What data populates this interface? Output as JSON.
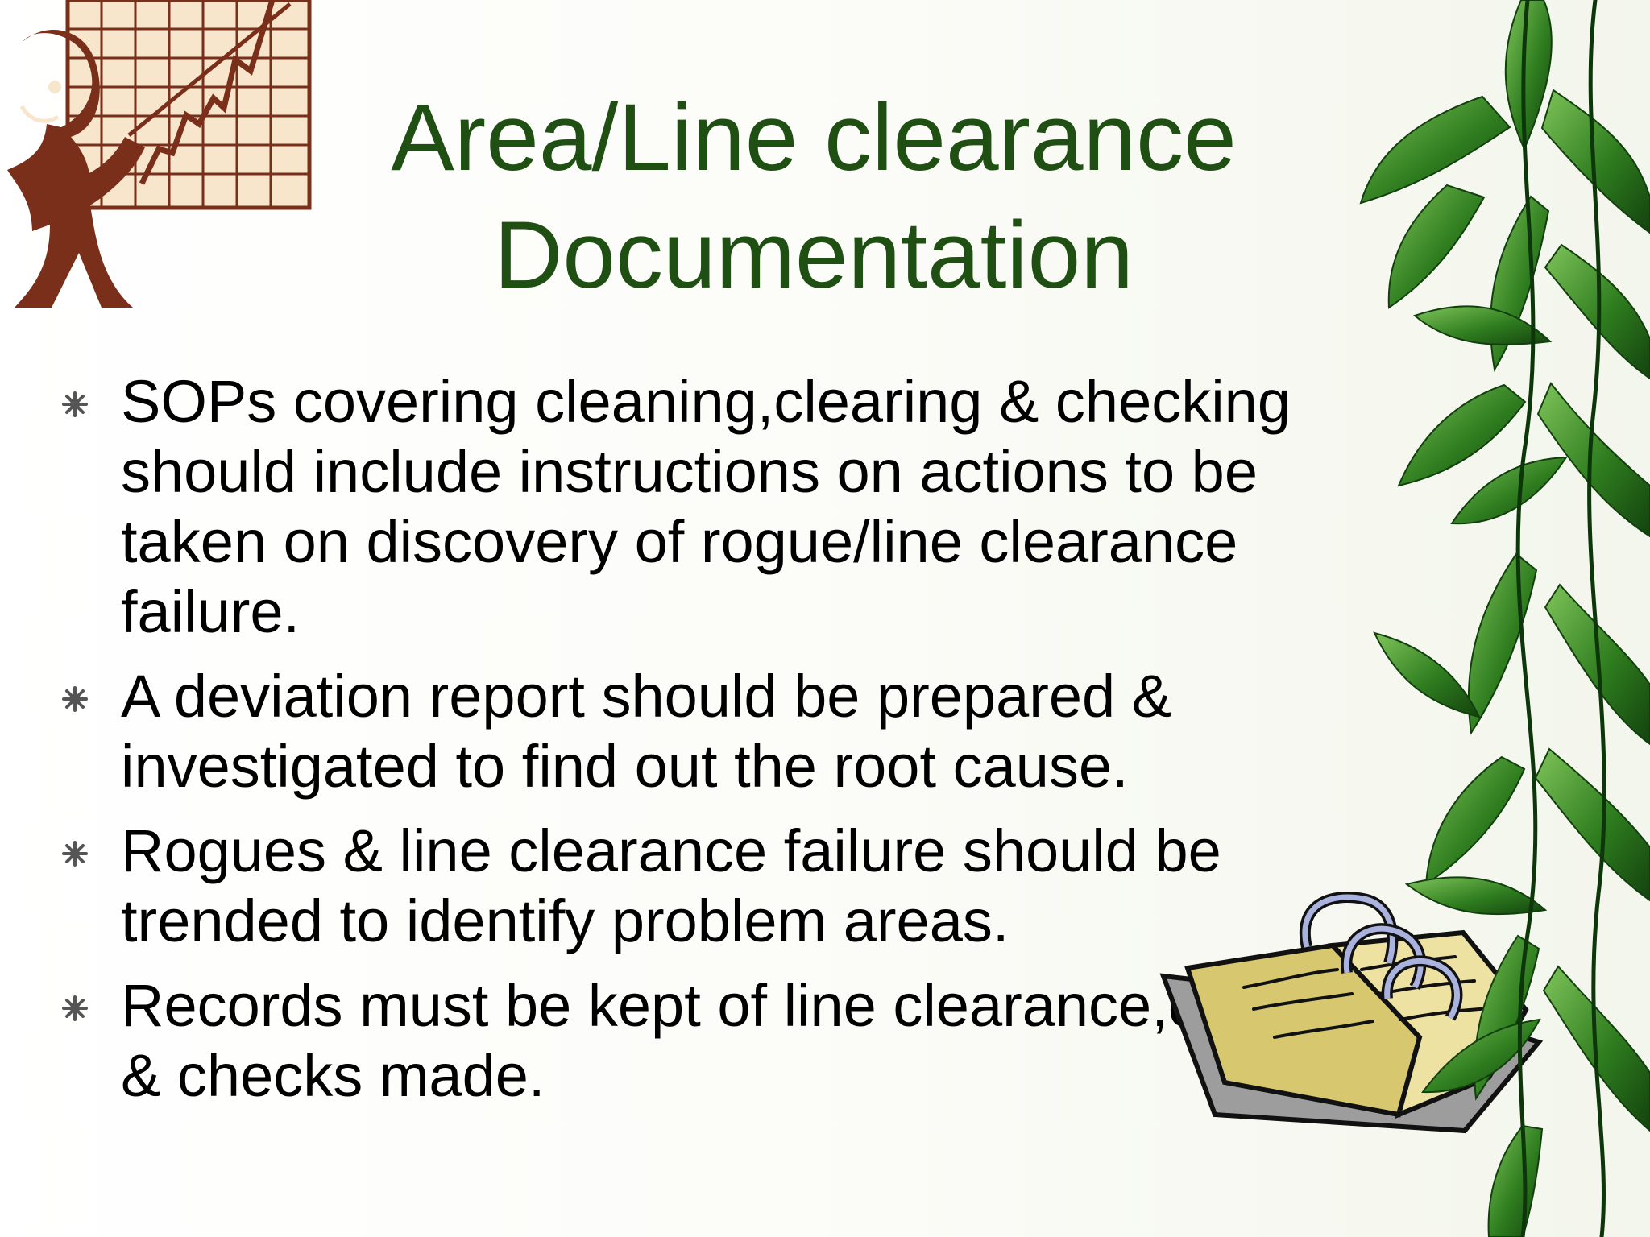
{
  "slide": {
    "title": {
      "line1": "Area/Line clearance",
      "line2": "Documentation"
    },
    "bullets": [
      {
        "text": "SOPs covering cleaning,clearing & checking should include instructions on actions to be taken on discovery of rogue/line clearance failure."
      },
      {
        "text": "A deviation report should be prepared & investigated to find out the root cause."
      },
      {
        "text": "Rogues & line clearance failure should be trended to identify problem areas."
      },
      {
        "text": "Records must be kept of line clearance,cleaning & checks made."
      }
    ]
  },
  "decorations": {
    "presenter_icon": "presenter-chart-icon",
    "bamboo_icon": "bamboo-leaves-icon",
    "notebook_icon": "spiral-notebook-icon",
    "bullet_icon": "star-bullet-icon"
  },
  "colors": {
    "title": "#1f4f12",
    "body_text": "#000000",
    "bullet": "#555555",
    "leaf": "#2f7d1f"
  }
}
